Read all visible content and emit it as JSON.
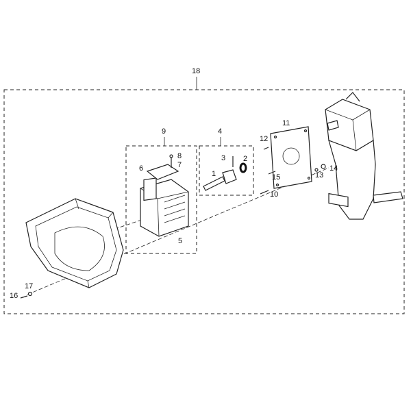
{
  "diagram": {
    "callouts": {
      "c18": "18",
      "c9": "9",
      "c4": "4",
      "c8": "8",
      "c7": "7",
      "c6": "6",
      "c3": "3",
      "c1": "1",
      "c2": "2",
      "c12": "12",
      "c11": "11",
      "c14": "14",
      "c13": "13",
      "c15": "15",
      "c10": "10",
      "c5": "5",
      "c16": "16",
      "c17": "17"
    }
  }
}
